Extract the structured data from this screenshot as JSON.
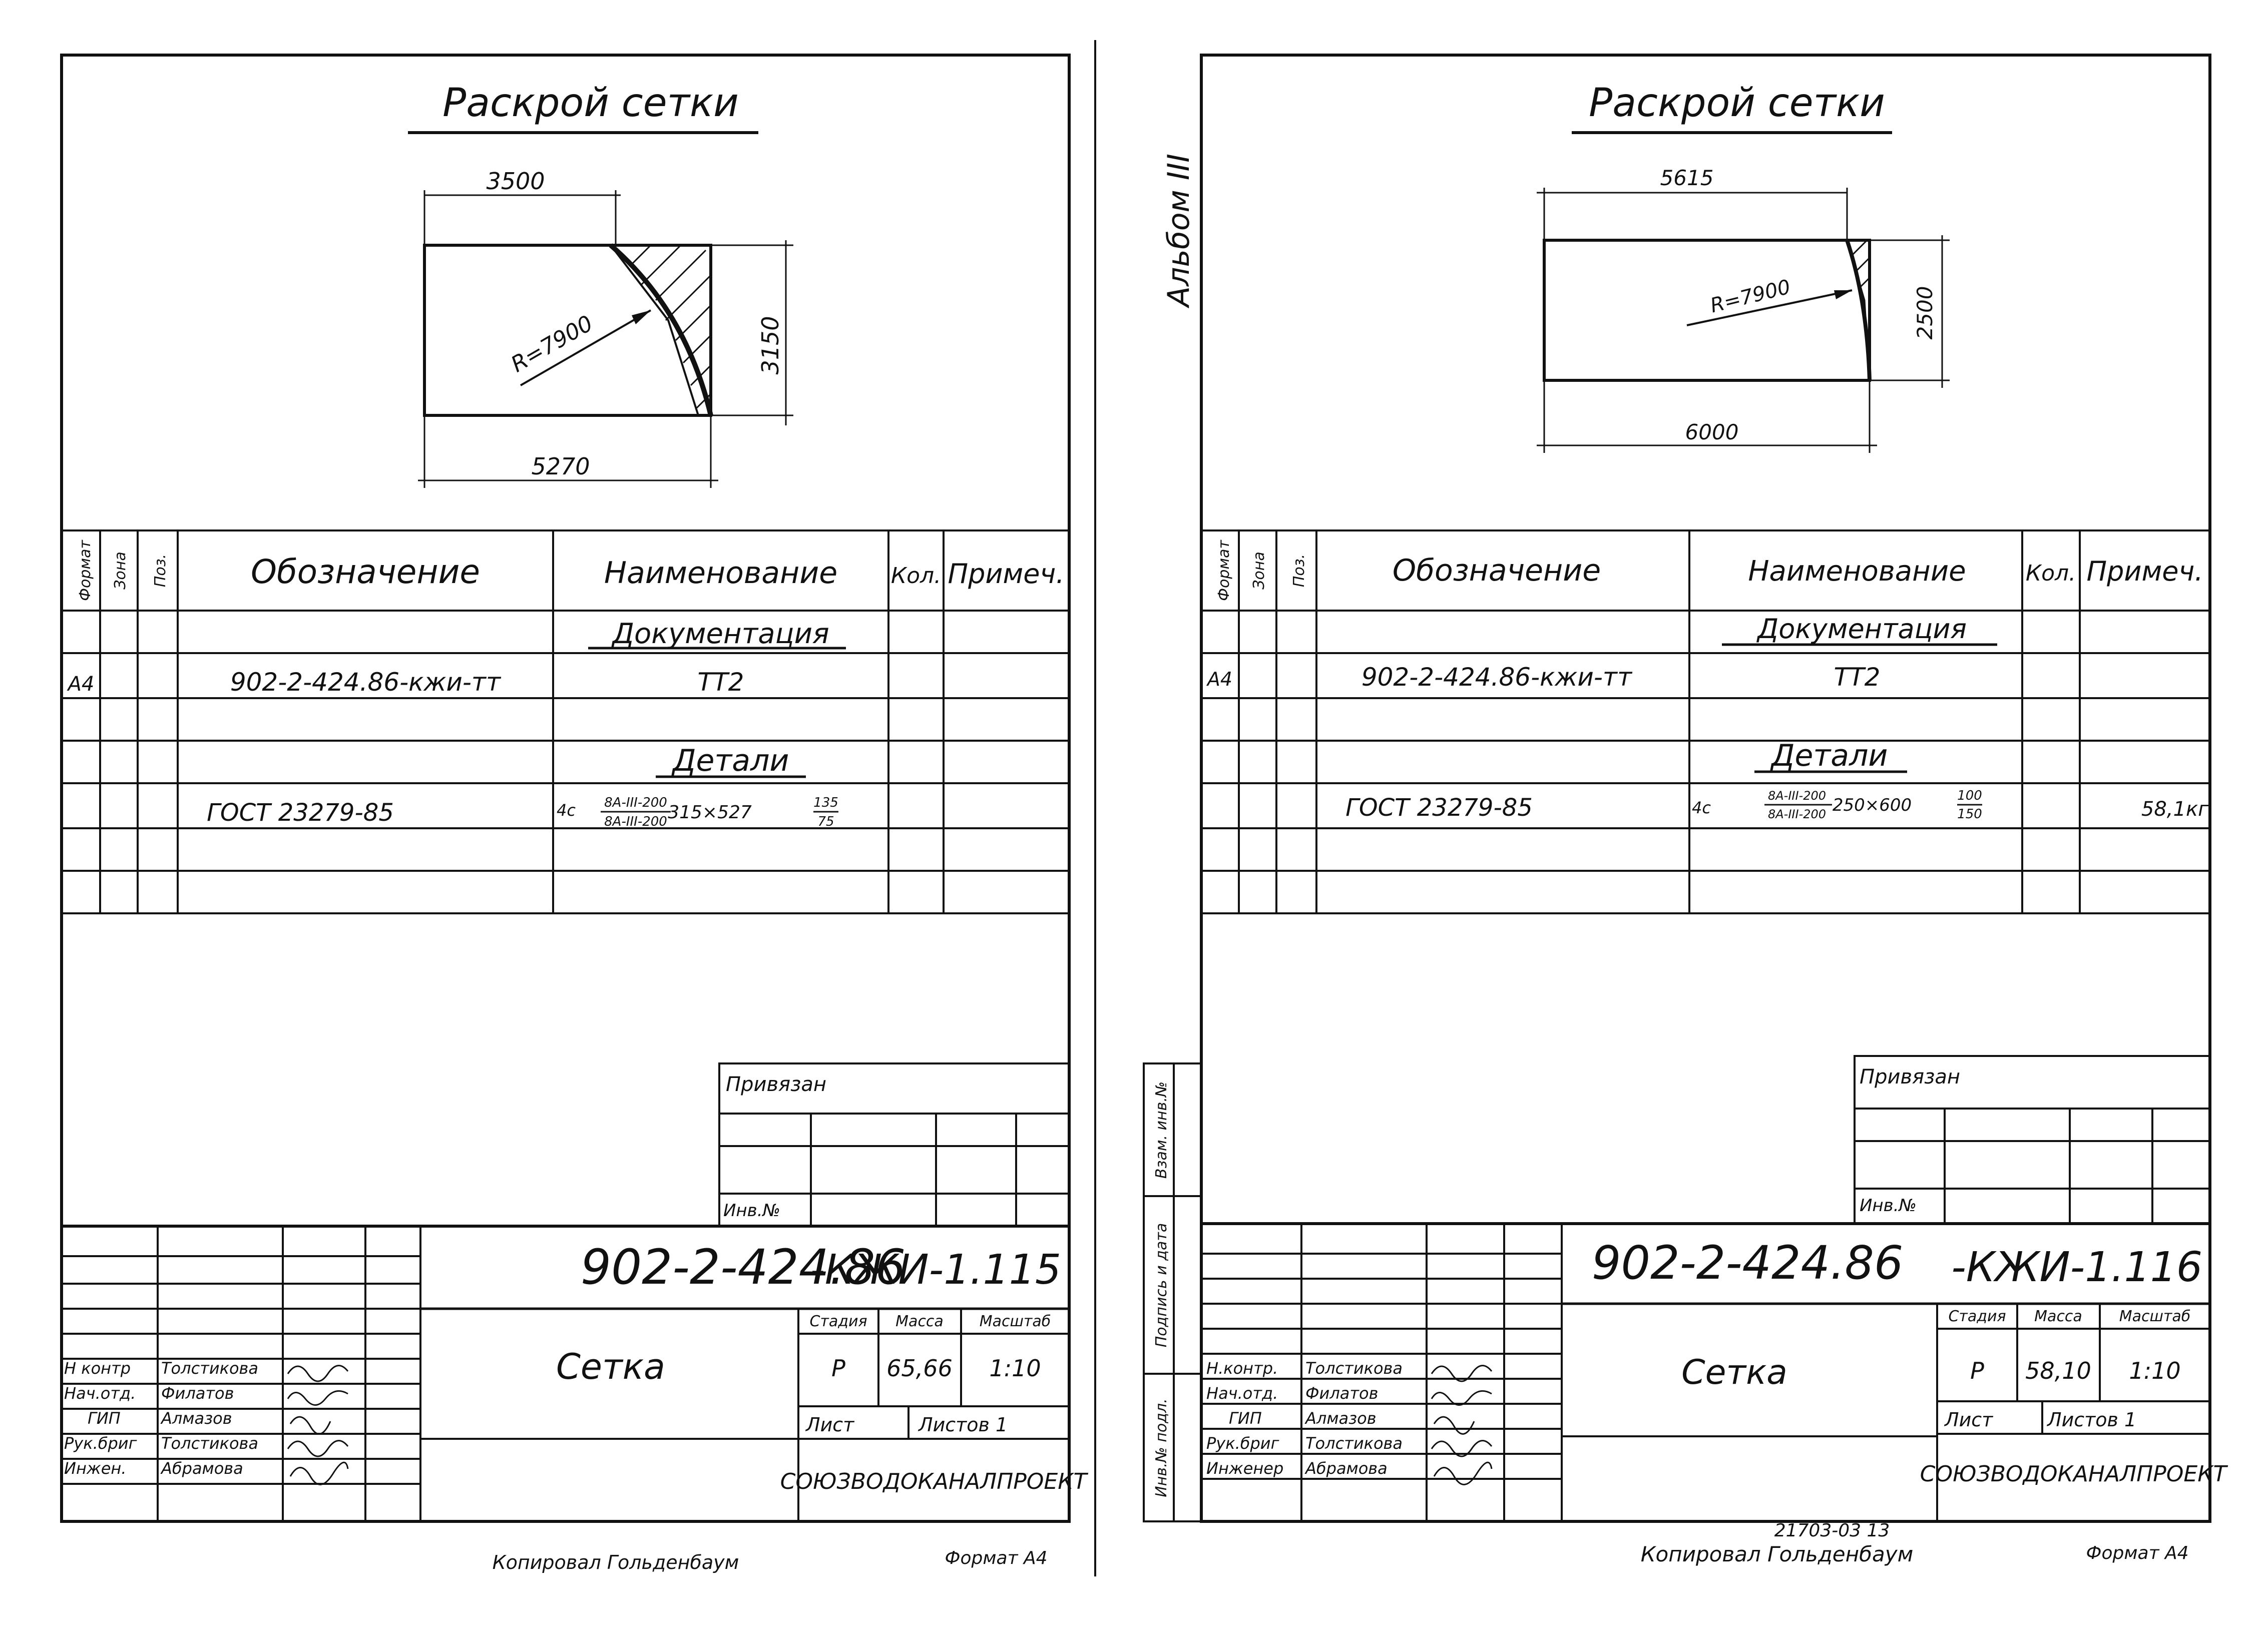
{
  "album_label": "Альбом III",
  "sheets": [
    {
      "title": "Раскрой сетки",
      "dims": {
        "top": "3500",
        "bottom": "5270",
        "right": "3150",
        "radius": "R=7900"
      },
      "spec_header": {
        "format": "Формат",
        "zone": "Зона",
        "pos": "Поз.",
        "designation": "Обозначение",
        "name": "Наименование",
        "qty": "Кол.",
        "note": "Примеч."
      },
      "sections": {
        "docs": "Документация",
        "details": "Детали"
      },
      "row1": {
        "format": "А4",
        "designation": "902-2-424.86-кжи-тт",
        "name": "ТТ2"
      },
      "row2": {
        "designation": "ГОСТ 23279-85",
        "qty_prefix": "4с",
        "bar_top": "8А-III-200",
        "bar_bottom": "8А-III-200",
        "size": "315×527",
        "frac_top": "135",
        "frac_bottom": "75",
        "note": ""
      },
      "privyazan": "Привязан",
      "inv": "Инв.№",
      "doc_number": "902-2-424.86",
      "doc_code": "-КЖИ-1.115",
      "name_label": "Сетка",
      "stage_label": "Стадия",
      "mass_label": "Масса",
      "scale_label": "Масштаб",
      "stage": "Р",
      "mass": "65,66",
      "scale": "1:10",
      "sheet_label": "Лист",
      "sheets_label": "Листов 1",
      "org": "СОЮЗВОДОКАНАЛПРОЕКТ",
      "roles": [
        "Н контр",
        "Нач.отд.",
        "ГИП",
        "Рук.бриг",
        "Инжен."
      ],
      "names": [
        "Толстикова",
        "Филатов",
        "Алмазов",
        "Толстикова",
        "Абрамова"
      ],
      "copied": "Копировал Гольденбаум",
      "format": "Формат А4",
      "extra": ""
    },
    {
      "title": "Раскрой сетки",
      "dims": {
        "top": "5615",
        "bottom": "6000",
        "right": "2500",
        "radius": "R=7900"
      },
      "spec_header": {
        "format": "Формат",
        "zone": "Зона",
        "pos": "Поз.",
        "designation": "Обозначение",
        "name": "Наименование",
        "qty": "Кол.",
        "note": "Примеч."
      },
      "sections": {
        "docs": "Документация",
        "details": "Детали"
      },
      "row1": {
        "format": "А4",
        "designation": "902-2-424.86-кжи-тт",
        "name": "ТТ2"
      },
      "row2": {
        "designation": "ГОСТ 23279-85",
        "qty_prefix": "4с",
        "bar_top": "8А-III-200",
        "bar_bottom": "8А-III-200",
        "size": "250×600",
        "frac_top": "100",
        "frac_bottom": "150",
        "note": "58,1кг"
      },
      "privyazan": "Привязан",
      "inv": "Инв.№",
      "doc_number": "902-2-424.86",
      "doc_code": "-КЖИ-1.116",
      "name_label": "Сетка",
      "stage_label": "Стадия",
      "mass_label": "Масса",
      "scale_label": "Масштаб",
      "stage": "Р",
      "mass": "58,10",
      "scale": "1:10",
      "sheet_label": "Лист",
      "sheets_label": "Листов 1",
      "org": "СОЮЗВОДОКАНАЛПРОЕКТ",
      "roles": [
        "Н.контр.",
        "Нач.отд.",
        "ГИП",
        "Рук.бриг",
        "Инженер"
      ],
      "names": [
        "Толстикова",
        "Филатов",
        "Алмазов",
        "Толстикова",
        "Абрамова"
      ],
      "copied": "Копировал Гольденбаум",
      "format": "Формат А4",
      "extra": "21703-03   13"
    }
  ],
  "side_stamp": {
    "inv_vzam": "Взам. инв.№",
    "podpis": "Подпись и дата",
    "inv_podl": "Инв.№ подл."
  }
}
